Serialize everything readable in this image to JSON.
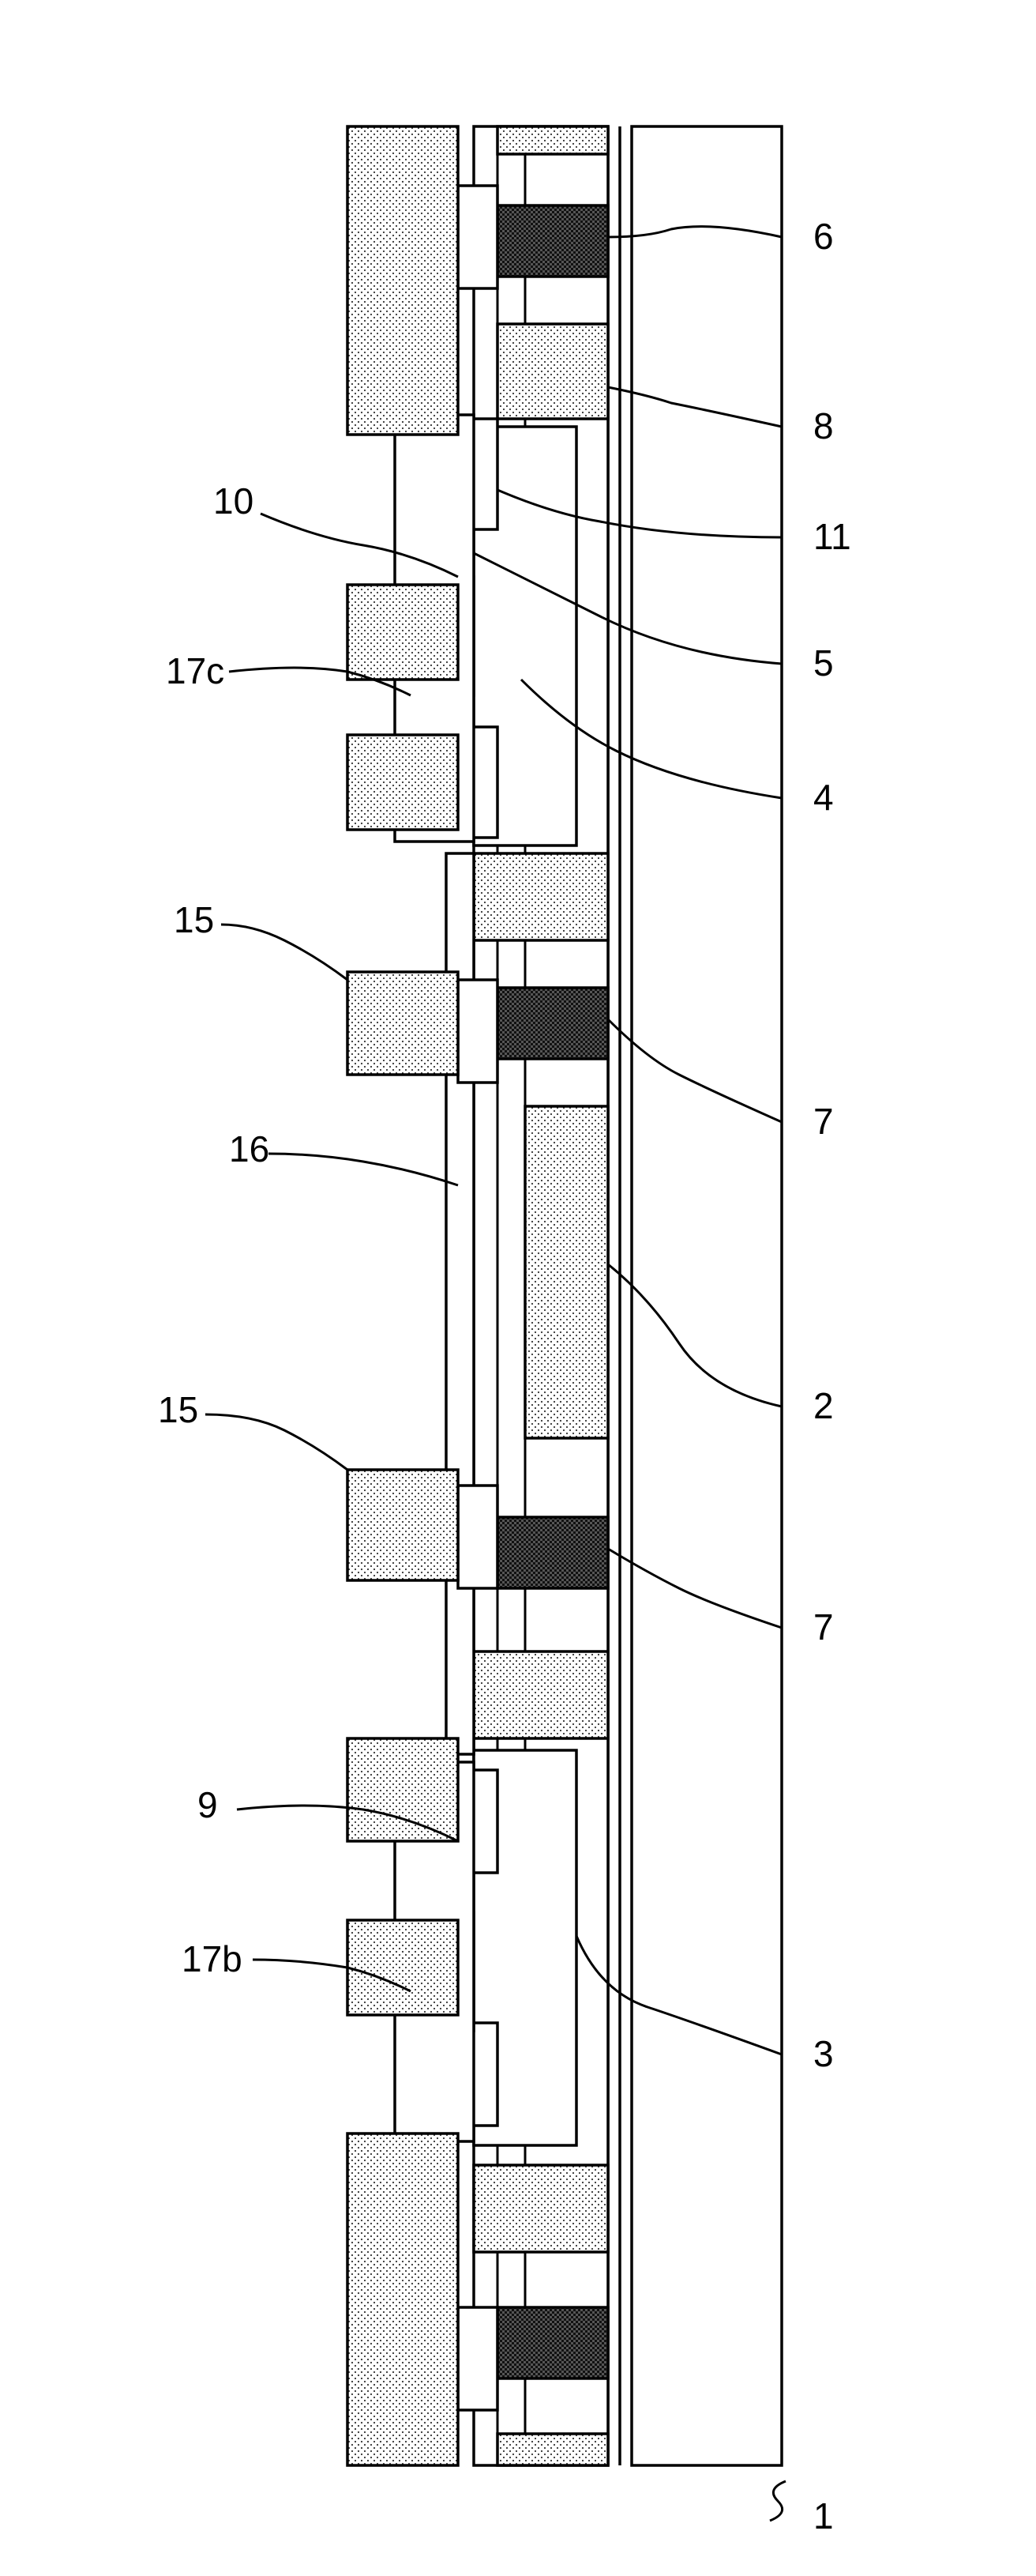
{
  "diagram": {
    "labels": {
      "l1": "1",
      "l2": "2",
      "l3": "3",
      "l4": "4",
      "l5": "5",
      "l6": "6",
      "l7a": "7",
      "l7b": "7",
      "l8": "8",
      "l9": "9",
      "l10": "10",
      "l11": "11",
      "l15a": "15",
      "l15b": "15",
      "l16": "16",
      "l17b": "17b",
      "l17c": "17c"
    }
  }
}
